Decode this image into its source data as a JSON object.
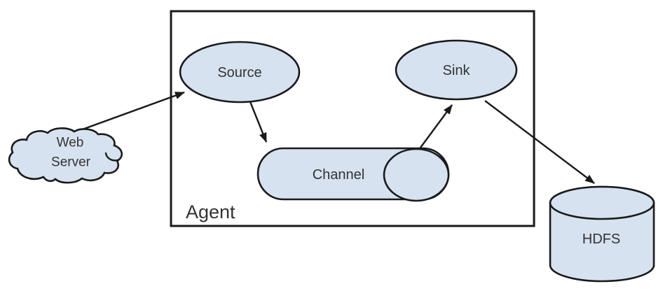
{
  "colors": {
    "node_fill": "#d6e2f0",
    "stroke": "#1a1a1a",
    "text": "#333333",
    "canvas_bg": "#ffffff"
  },
  "agent": {
    "label": "Agent"
  },
  "nodes": {
    "web_server": {
      "line1": "Web",
      "line2": "Server"
    },
    "source": {
      "label": "Source"
    },
    "channel": {
      "label": "Channel"
    },
    "sink": {
      "label": "Sink"
    },
    "hdfs": {
      "label": "HDFS"
    }
  },
  "edges": [
    {
      "from": "Web Server",
      "to": "Source"
    },
    {
      "from": "Source",
      "to": "Channel"
    },
    {
      "from": "Channel",
      "to": "Sink"
    },
    {
      "from": "Sink",
      "to": "HDFS"
    }
  ]
}
